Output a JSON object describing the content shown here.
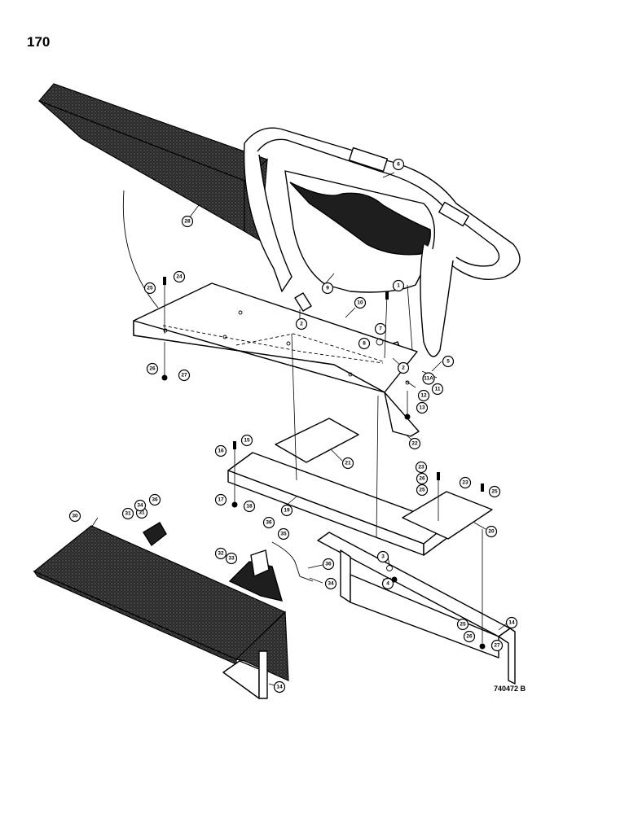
{
  "page": {
    "number": "170",
    "drawing_code": "740472 B"
  },
  "callouts": [
    {
      "id": "c1",
      "label": "1"
    },
    {
      "id": "c2a",
      "label": "2"
    },
    {
      "id": "c2b",
      "label": "2"
    },
    {
      "id": "c3",
      "label": "3"
    },
    {
      "id": "c4",
      "label": "4"
    },
    {
      "id": "c5",
      "label": "5"
    },
    {
      "id": "c6",
      "label": "6"
    },
    {
      "id": "c7",
      "label": "7"
    },
    {
      "id": "c8",
      "label": "8"
    },
    {
      "id": "c9",
      "label": "9"
    },
    {
      "id": "c10",
      "label": "10"
    },
    {
      "id": "c11",
      "label": "11"
    },
    {
      "id": "c11a",
      "label": "11A"
    },
    {
      "id": "c12",
      "label": "12"
    },
    {
      "id": "c13",
      "label": "13"
    },
    {
      "id": "c14a",
      "label": "14"
    },
    {
      "id": "c14b",
      "label": "14"
    },
    {
      "id": "c15",
      "label": "15"
    },
    {
      "id": "c16",
      "label": "16"
    },
    {
      "id": "c17",
      "label": "17"
    },
    {
      "id": "c18",
      "label": "18"
    },
    {
      "id": "c19",
      "label": "19"
    },
    {
      "id": "c20",
      "label": "20"
    },
    {
      "id": "c21",
      "label": "21"
    },
    {
      "id": "c22",
      "label": "22"
    },
    {
      "id": "c23a",
      "label": "23"
    },
    {
      "id": "c23b",
      "label": "23"
    },
    {
      "id": "c24",
      "label": "24"
    },
    {
      "id": "c25a",
      "label": "25"
    },
    {
      "id": "c25b",
      "label": "25"
    },
    {
      "id": "c25c",
      "label": "25"
    },
    {
      "id": "c25d",
      "label": "25"
    },
    {
      "id": "c26a",
      "label": "26"
    },
    {
      "id": "c26b",
      "label": "26"
    },
    {
      "id": "c26c",
      "label": "26"
    },
    {
      "id": "c27a",
      "label": "27"
    },
    {
      "id": "c27b",
      "label": "27"
    },
    {
      "id": "c28",
      "label": "28"
    },
    {
      "id": "c30",
      "label": "30"
    },
    {
      "id": "c31a",
      "label": "31"
    },
    {
      "id": "c31b",
      "label": "31"
    },
    {
      "id": "c32",
      "label": "32"
    },
    {
      "id": "c33",
      "label": "33"
    },
    {
      "id": "c34a",
      "label": "34"
    },
    {
      "id": "c34b",
      "label": "34"
    },
    {
      "id": "c35",
      "label": "35"
    },
    {
      "id": "c36a",
      "label": "36"
    },
    {
      "id": "c36b",
      "label": "36"
    },
    {
      "id": "c36c",
      "label": "36"
    }
  ]
}
